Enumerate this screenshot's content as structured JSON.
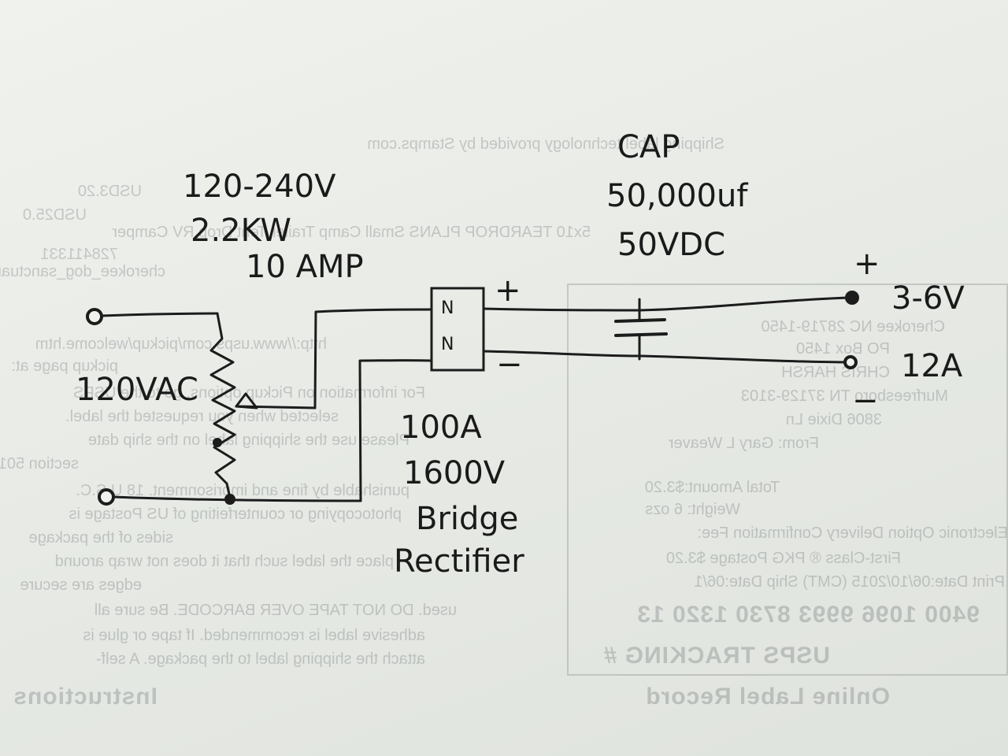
{
  "labels": {
    "rating_voltage": "120-240V",
    "rating_power": "2.2KW",
    "rating_current": "10 AMP",
    "input": "120VAC",
    "rectifier_current": "100A",
    "rectifier_voltage": "1600V",
    "rectifier_name_1": "Bridge",
    "rectifier_name_2": "Rectifier",
    "cap_title": "CAP",
    "cap_value": "50,000uf",
    "cap_voltage": "50VDC",
    "plus": "+",
    "minus": "−",
    "output_voltage": "3-6V",
    "output_current": "12A",
    "bridge_pin_1": "N",
    "bridge_pin_2": "N"
  },
  "bleed_through": {
    "box_title": "USPS TRACKING #",
    "tracking": "9400 1096 9993 8730 1320 13",
    "print_date": "Print Date:06/10/2015 (CMT) Ship Date:06/1",
    "postage": "First-Class ® PKG Postage $3.20",
    "electronic": "Electronic Option Delivery Confirmation Fee:",
    "weight": "Weight: 6 ozs",
    "total": "Total Amount:$3.20",
    "from": "From: Gary L Weaver",
    "addr1": "3806 Dixie Ln",
    "addr2": "Murfreesboro TN 37129-3103",
    "to_name": "CHRIS HARSH",
    "to_box": "PO Box 1450",
    "to_city": "Cherokee NC 28719-1450",
    "record": "Online Label Record",
    "instructions": "Instructions",
    "shipped": "Shipping label technology provided by Stamps.com",
    "item": "5x10 TEARDROP PLANS Small Camp Trailer Tent Drop RV Camper",
    "usd1": "USD3.20",
    "usd2": "USD25.0",
    "order": "728411331",
    "seller": "cherokee_dog_sanctuary",
    "url": "http://www.usps.com/pickup/welcome.htm",
    "line_a": "pickup page at:",
    "line_b": "For information on Pickup options, go to the USPS",
    "line_c": "selected when you requested the label.",
    "line_d": "Please use the shipping label on the ship date",
    "line_e": "section 501",
    "line_f": "punishable by fine and imprisonment. 18 U.S.C.",
    "line_g": "photocopying or counterfeiting of US Postage is",
    "line_h": "sides of the package",
    "line_i": "place the label such that it does not wrap around",
    "line_j": "edges are secure",
    "line_k": "used. DO NOT TAPE OVER BARCODE. Be sure all",
    "line_l": "adhesive label is recommended. If tape or glue is",
    "line_m": "attach the shipping label to the package. A self-"
  }
}
